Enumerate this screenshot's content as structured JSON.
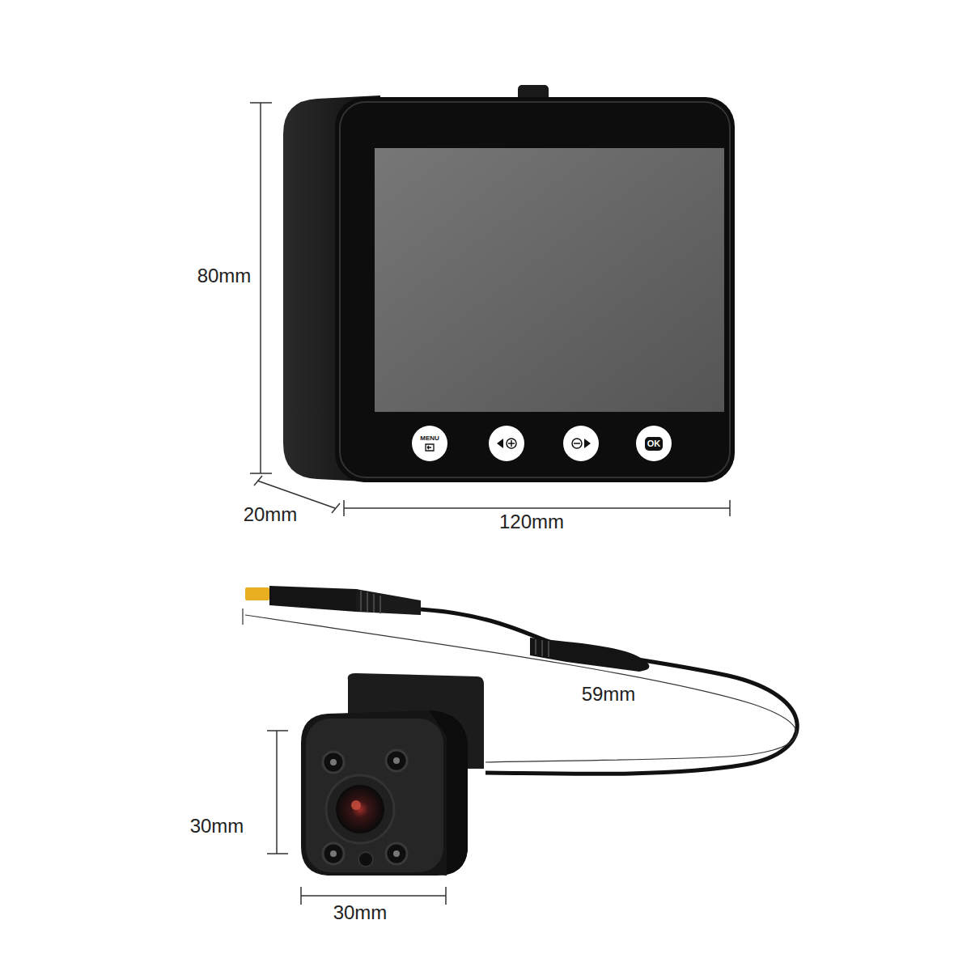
{
  "diagram": {
    "nodes": [
      {
        "text": [
          "MENU"
        ]
      },
      {
        "text": [
          "OK"
        ]
      }
    ],
    "labels": [
      "80mm",
      "20mm",
      "120mm",
      "59mm",
      "30mm",
      "30mm"
    ]
  }
}
